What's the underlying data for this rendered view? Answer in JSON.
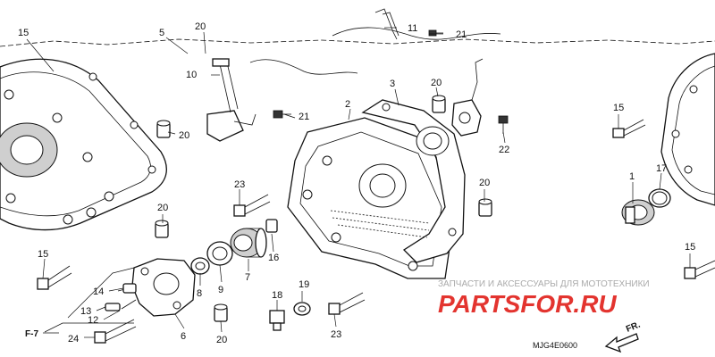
{
  "callouts": [
    {
      "id": "c15a",
      "text": "15"
    },
    {
      "id": "c5",
      "text": "5"
    },
    {
      "id": "c20top",
      "text": "20"
    },
    {
      "id": "c11",
      "text": "11"
    },
    {
      "id": "c21top",
      "text": "21"
    },
    {
      "id": "c10",
      "text": "10"
    },
    {
      "id": "c3",
      "text": "3"
    },
    {
      "id": "c20b",
      "text": "20"
    },
    {
      "id": "c21mid",
      "text": "21"
    },
    {
      "id": "c2",
      "text": "2"
    },
    {
      "id": "c20c",
      "text": "20"
    },
    {
      "id": "c22",
      "text": "22"
    },
    {
      "id": "c15r",
      "text": "15"
    },
    {
      "id": "c23a",
      "text": "23"
    },
    {
      "id": "c20d",
      "text": "20"
    },
    {
      "id": "c1",
      "text": "1"
    },
    {
      "id": "c17",
      "text": "17"
    },
    {
      "id": "c20e",
      "text": "20"
    },
    {
      "id": "c16",
      "text": "16"
    },
    {
      "id": "c15l",
      "text": "15"
    },
    {
      "id": "c15rr",
      "text": "15"
    },
    {
      "id": "c14",
      "text": "14"
    },
    {
      "id": "c8",
      "text": "8"
    },
    {
      "id": "c9",
      "text": "9"
    },
    {
      "id": "c7",
      "text": "7"
    },
    {
      "id": "c13",
      "text": "13"
    },
    {
      "id": "c12",
      "text": "12"
    },
    {
      "id": "c18",
      "text": "18"
    },
    {
      "id": "c19",
      "text": "19"
    },
    {
      "id": "c6",
      "text": "6"
    },
    {
      "id": "c24",
      "text": "24"
    },
    {
      "id": "c20f",
      "text": "20"
    },
    {
      "id": "c23b",
      "text": "23"
    }
  ],
  "labels": {
    "ref_f7": "F-7",
    "front_arrow": "FR.",
    "diagram_code": "MJG4E0600"
  },
  "watermark": {
    "subtitle": "ЗАПЧАСТИ И АКСЕССУАРЫ ДЛЯ МОТОТЕХНИКИ",
    "brand_left": "PARTS",
    "brand_mid": "FOR",
    "brand_right": ".RU",
    "color": "#e3342f"
  }
}
